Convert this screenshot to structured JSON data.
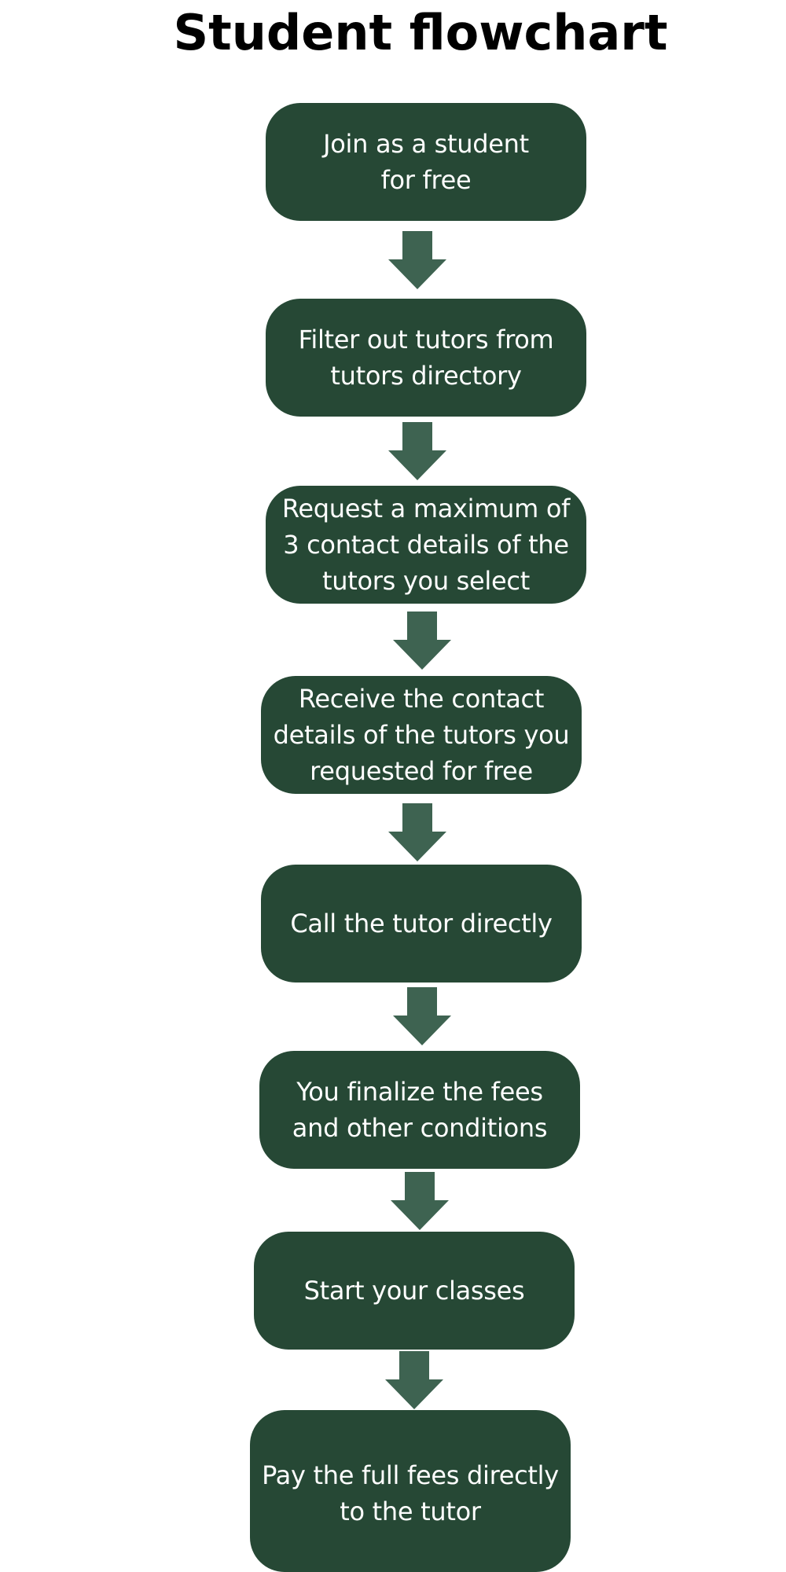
{
  "title": "Student flowchart",
  "colors": {
    "box_fill": "#264835",
    "arrow_fill": "#3e6351",
    "box_text": "#ffffff",
    "title_text": "#000000"
  },
  "steps": [
    {
      "label": "Join as a student\nfor free"
    },
    {
      "label": "Filter out tutors from\ntutors directory"
    },
    {
      "label": "Request a maximum of\n3 contact details of the\ntutors you select"
    },
    {
      "label": "Receive the contact\ndetails of the tutors you\nrequested for free"
    },
    {
      "label": "Call the tutor directly"
    },
    {
      "label": "You finalize the fees\nand other conditions"
    },
    {
      "label": "Start your classes"
    },
    {
      "label": "Pay the full fees directly\nto the tutor"
    }
  ],
  "connector_icon": "down-arrow-icon"
}
